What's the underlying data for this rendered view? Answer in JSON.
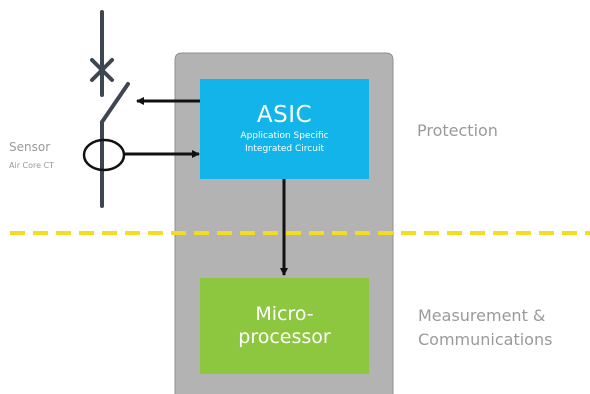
{
  "asic": {
    "title": "ASIC",
    "subtitle_line1": "Application Specific",
    "subtitle_line2": "Integrated Circuit"
  },
  "microprocessor": {
    "line1": "Micro-",
    "line2": "processor"
  },
  "sensor": {
    "label": "Sensor",
    "sublabel": "Air Core CT"
  },
  "zones": {
    "protection": "Protection",
    "measurement_line1": "Measurement &",
    "measurement_line2": "Communications"
  },
  "colors": {
    "asic": "#12b4ea",
    "microprocessor": "#8dc63f",
    "trip_unit_body": "#b3b3b3",
    "divider": "#f5dc1e",
    "circuit_lines": "#3d4651",
    "labels": "#9a9a9a"
  }
}
